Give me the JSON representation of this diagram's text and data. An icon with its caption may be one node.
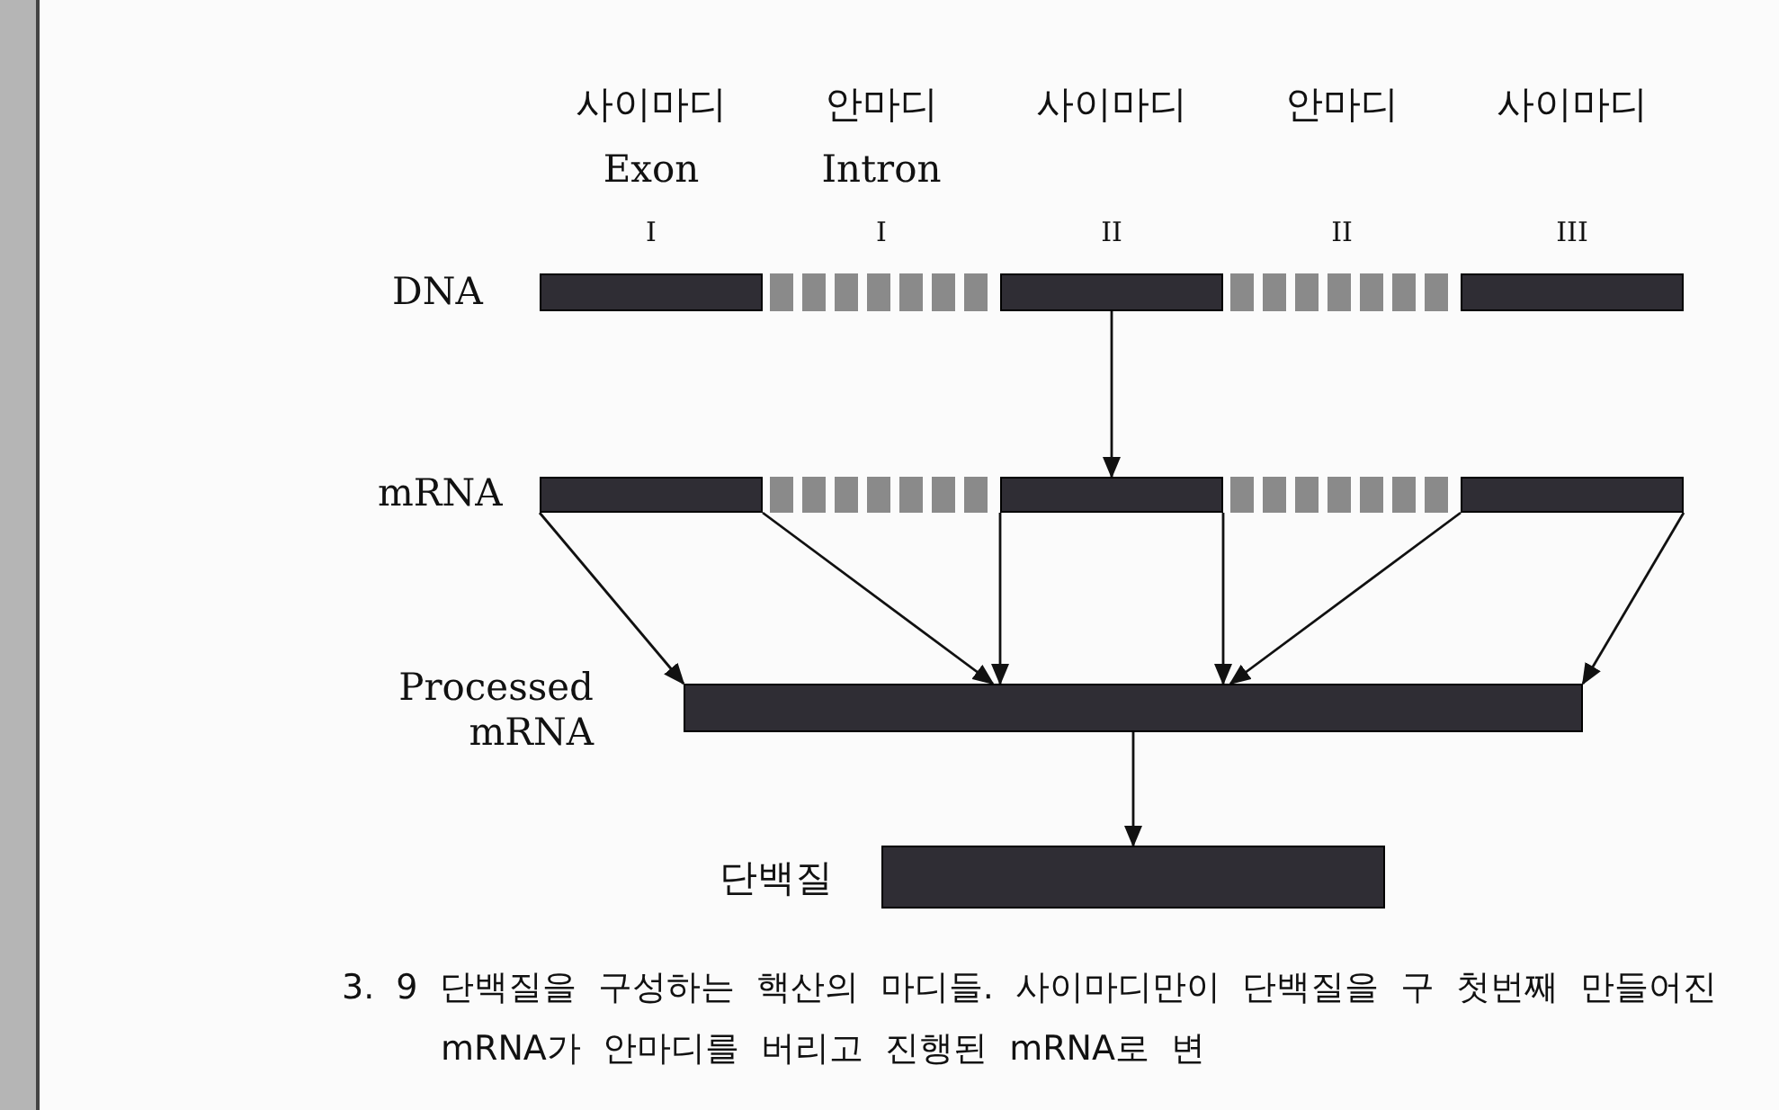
{
  "diagram": {
    "caption": "3. 9 단백질을 구성하는 핵산의 마디들. 사이마디만이 단백질을 구 첫번째 만들어진 mRNA가 안마디를 버리고 진행된 mRNA로 변",
    "nodes": [
      {
        "text": [],
        "shape": "bar",
        "beside": [
          "I"
        ]
      },
      {
        "text": [],
        "shape": "bar",
        "beside": [
          "I"
        ]
      },
      {
        "text": [],
        "shape": "bar",
        "beside": [
          "II"
        ]
      },
      {
        "text": [],
        "shape": "bar",
        "beside": [
          "II"
        ]
      },
      {
        "text": [],
        "shape": "bar",
        "beside": [
          "III"
        ]
      },
      {
        "text": [],
        "shape": "bar"
      },
      {
        "text": [],
        "shape": "bar"
      },
      {
        "text": [],
        "shape": "bar"
      },
      {
        "text": [],
        "shape": "bar"
      },
      {
        "text": [],
        "shape": "bar"
      },
      {
        "text": [],
        "shape": "bar"
      },
      {
        "text": [],
        "shape": "bar"
      }
    ],
    "edges": [
      {
        "from": 2,
        "to": 7,
        "arrow": "to"
      },
      {
        "from": 5,
        "to": 10,
        "arrow": "to"
      },
      {
        "from": 5,
        "to": 10,
        "arrow": "to"
      },
      {
        "from": 7,
        "to": 10,
        "arrow": "to"
      },
      {
        "from": 7,
        "to": 10,
        "arrow": "to"
      },
      {
        "from": 9,
        "to": 10,
        "arrow": "to"
      },
      {
        "from": 9,
        "to": 10,
        "arrow": "to"
      },
      {
        "from": 10,
        "to": 11,
        "arrow": "to"
      }
    ],
    "labels": [
      "사이마디",
      "안마디",
      "사이마디",
      "안마디",
      "사이마디",
      "Exon",
      "Intron",
      "DNA",
      "mRNA",
      "Processed mRNA",
      "단백질"
    ]
  }
}
